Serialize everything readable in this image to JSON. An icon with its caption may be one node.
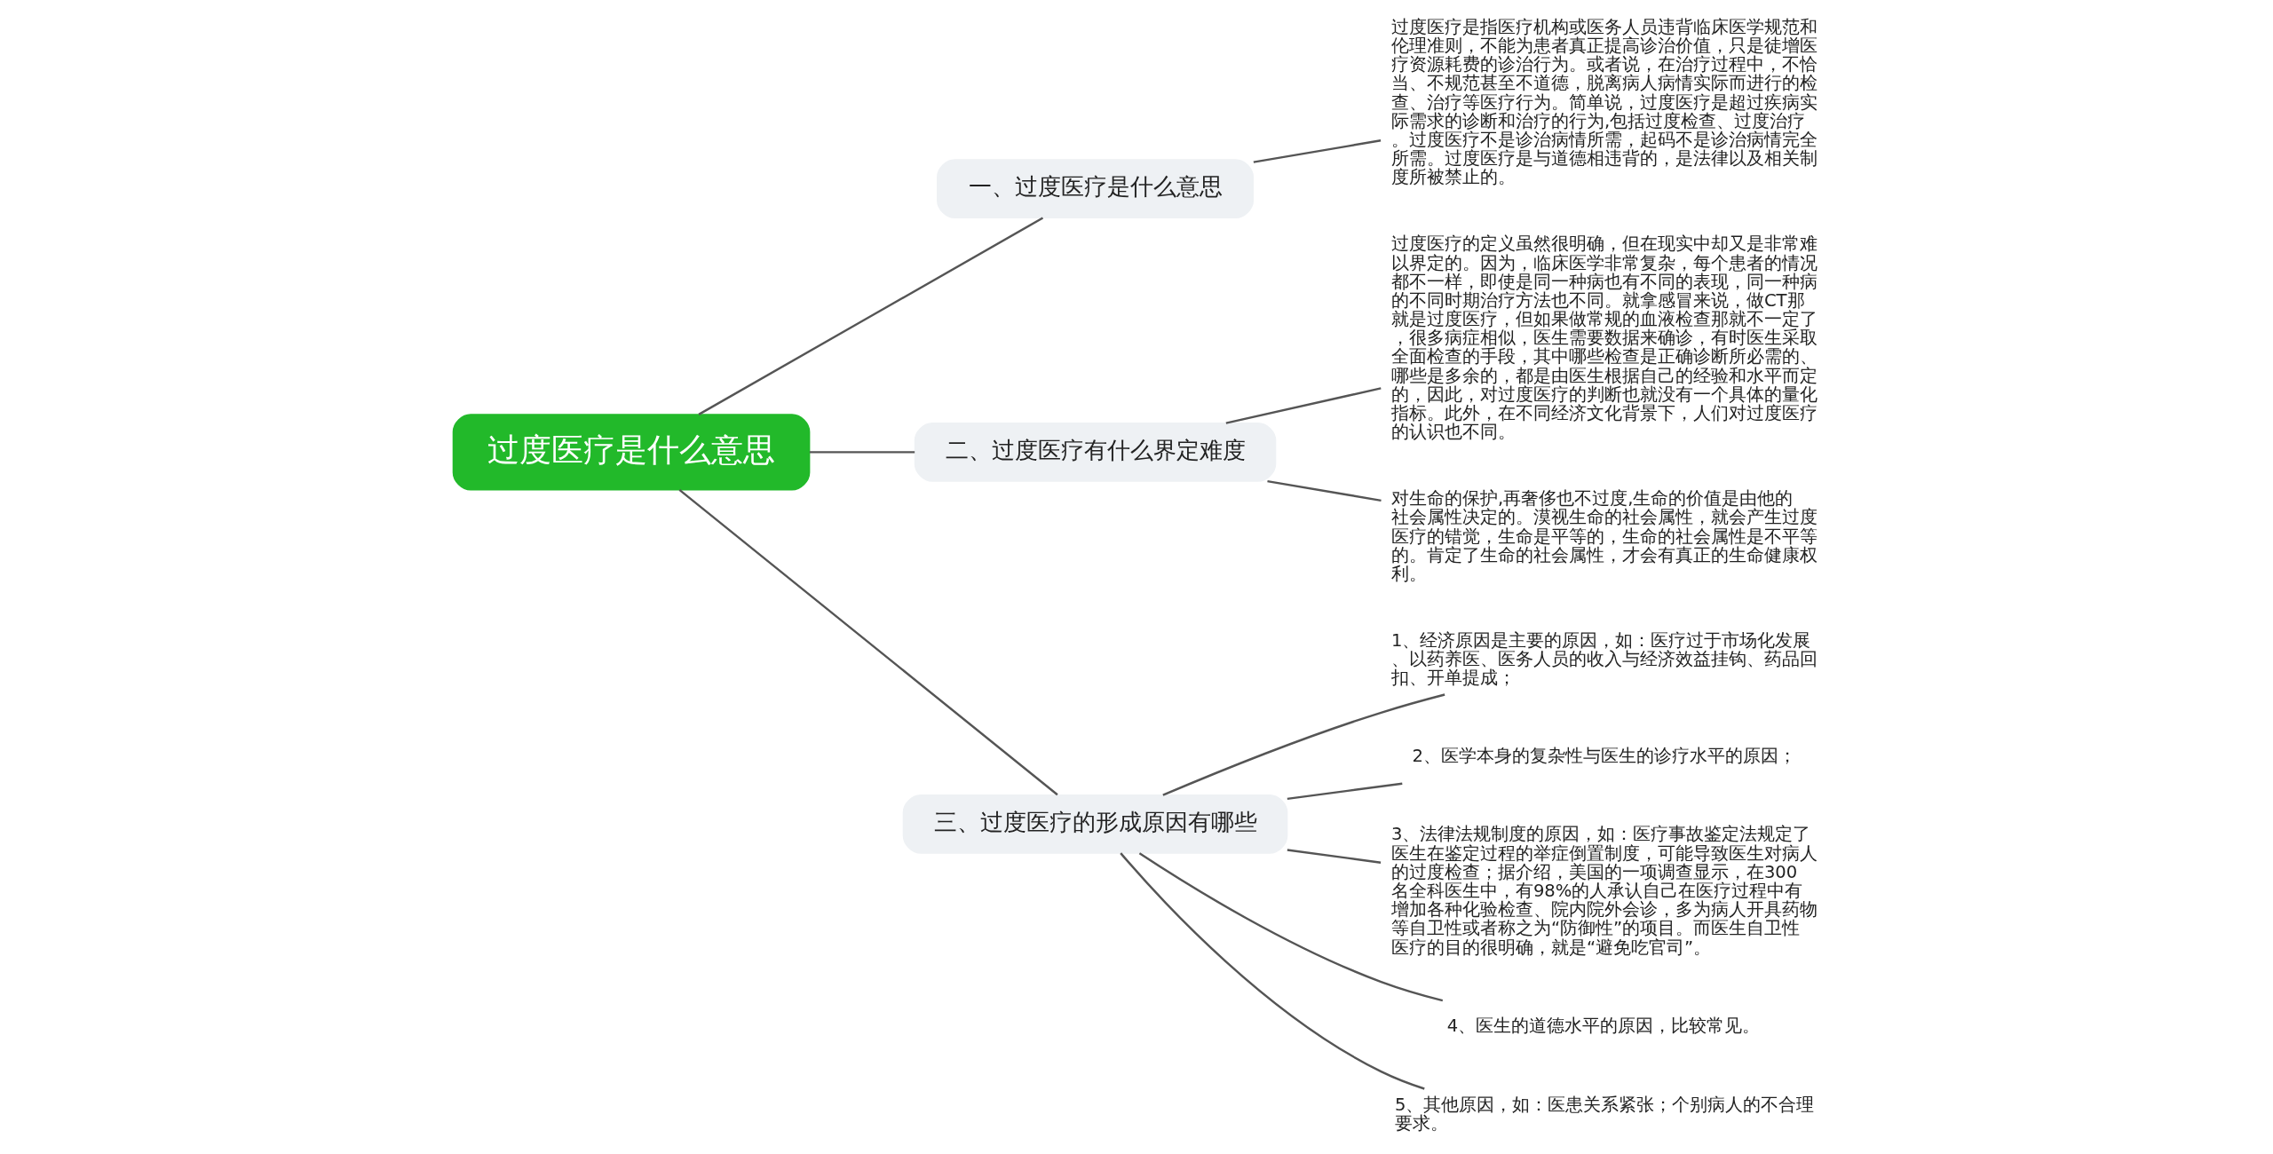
{
  "diagram": {
    "nodes": [
      {
        "text": [
          "过度医疗是什么意思"
        ]
      },
      {
        "text": [
          "一、过度医疗是什么意思"
        ]
      },
      {
        "text": [
          "过度医疗是指医疗机构或医务人员违背临床医学规范和伦理准则，不能为患者真正提高诊治价值，只是徒增医疗资源耗费的诊治行为。或者说，在治疗过程中，不恰当、不规范甚至不道德，脱离病人病情实际而进行的检查、治疗等医疗行为。简单说，过度医疗是超过疾病实际需求的诊断和治疗的行为,包括过度检查、过度治疗。过度医疗不是诊治病情所需，起码不是诊治病情完全所需。过度医疗是与道德相违背的，是法律以及相关制度所被禁止的。"
        ]
      },
      {
        "text": [
          "二、过度医疗有什么界定难度"
        ]
      },
      {
        "text": [
          "过度医疗的定义虽然很明确，但在现实中却又是非常难以界定的。因为，临床医学非常复杂，每个患者的情况都不一样，即使是同一种病也有不同的表现，同一种病的不同时期治疗方法也不同。就拿感冒来说，做CT那就是过度医疗，但如果做常规的血液检查那就不一定了，很多病症相似，医生需要数据来确诊，有时医生采取全面检查的手段，其中哪些检查是正确诊断所必需的、哪些是多余的，都是由医生根据自己的经验和水平而定的，因此，对过度医疗的判断也就没有一个具体的量化指标。此外，在不同经济文化背景下，人们对过度医疗的认识也不同。"
        ]
      },
      {
        "text": [
          "对生命的保护,再奢侈也不过度,生命的价值是由他的社会属性决定的。漠视生命的社会属性，就会产生过度医疗的错觉，生命是平等的，生命的社会属性是不平等的。肯定了生命的社会属性，才会有真正的生命健康权利。"
        ]
      },
      {
        "text": [
          "三、过度医疗的形成原因有哪些"
        ]
      },
      {
        "text": [
          "1、经济原因是主要的原因，如：医疗过于市场化发展、以药养医、医务人员的收入与经济效益挂钩、药品回扣、开单提成；"
        ]
      },
      {
        "text": [
          "2、医学本身的复杂性与医生的诊疗水平的原因；"
        ]
      },
      {
        "text": [
          "3、法律法规制度的原因，如：医疗事故鉴定法规定了医生在鉴定过程的举症倒置制度，可能导致医生对病人的过度检查；据介绍，美国的一项调查显示，在300名全科医生中，有98%的人承认自己在医疗过程中有增加各种化验检查、院内院外会诊，多为病人开具药物等自卫性或者称之为“防御性”的项目。而医生自卫性医疗的目的很明确，就是“避免吃官司”。"
        ]
      },
      {
        "text": [
          "4、医生的道德水平的原因，比较常见。"
        ]
      },
      {
        "text": [
          "5、其他原因，如：医患关系紧张；个别病人的不合理要求。"
        ]
      }
    ],
    "edges": [
      {
        "from": 0,
        "to": 1,
        "arrow": "none"
      },
      {
        "from": 1,
        "to": 2,
        "arrow": "none"
      },
      {
        "from": 0,
        "to": 3,
        "arrow": "none"
      },
      {
        "from": 3,
        "to": 4,
        "arrow": "none"
      },
      {
        "from": 3,
        "to": 5,
        "arrow": "none"
      },
      {
        "from": 0,
        "to": 6,
        "arrow": "none"
      },
      {
        "from": 6,
        "to": 7,
        "arrow": "none"
      },
      {
        "from": 6,
        "to": 8,
        "arrow": "none"
      },
      {
        "from": 6,
        "to": 9,
        "arrow": "none"
      },
      {
        "from": 6,
        "to": 10,
        "arrow": "none"
      },
      {
        "from": 6,
        "to": 11,
        "arrow": "none"
      }
    ]
  }
}
